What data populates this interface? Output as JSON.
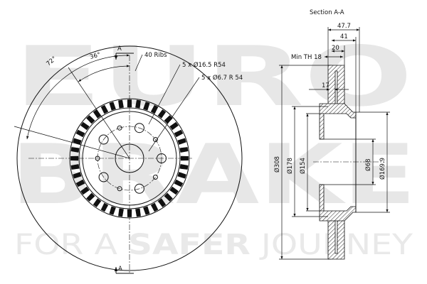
{
  "watermark": {
    "line1": "EURO",
    "line2": "BRAKE",
    "tagline_parts": [
      "FOR A ",
      "SAFER",
      " JOURNEY"
    ]
  },
  "front_view": {
    "angle_outer": "72°",
    "angle_inner": "36°",
    "section_mark_top": "A",
    "section_mark_bottom": "A",
    "ribs_label": "40 Ribs",
    "holes_large_label": "5 x Ø16.5 R54",
    "holes_small_label": "5 x Ø6.7 R 54",
    "rib_count": 40
  },
  "section_view": {
    "title": "Section A-A",
    "dim_overall_width": "47.7",
    "dim_hat_width": "41",
    "dim_rotor_thickness": "20",
    "min_th_label": "Min TH",
    "min_th_value": "18",
    "dim_17": "17",
    "dim_dia_308": "Ø308",
    "dim_dia_178": "Ø178",
    "dim_dia_154": "Ø154",
    "dim_dia_68": "Ø68",
    "dim_dia_1699": "Ø169.9"
  }
}
